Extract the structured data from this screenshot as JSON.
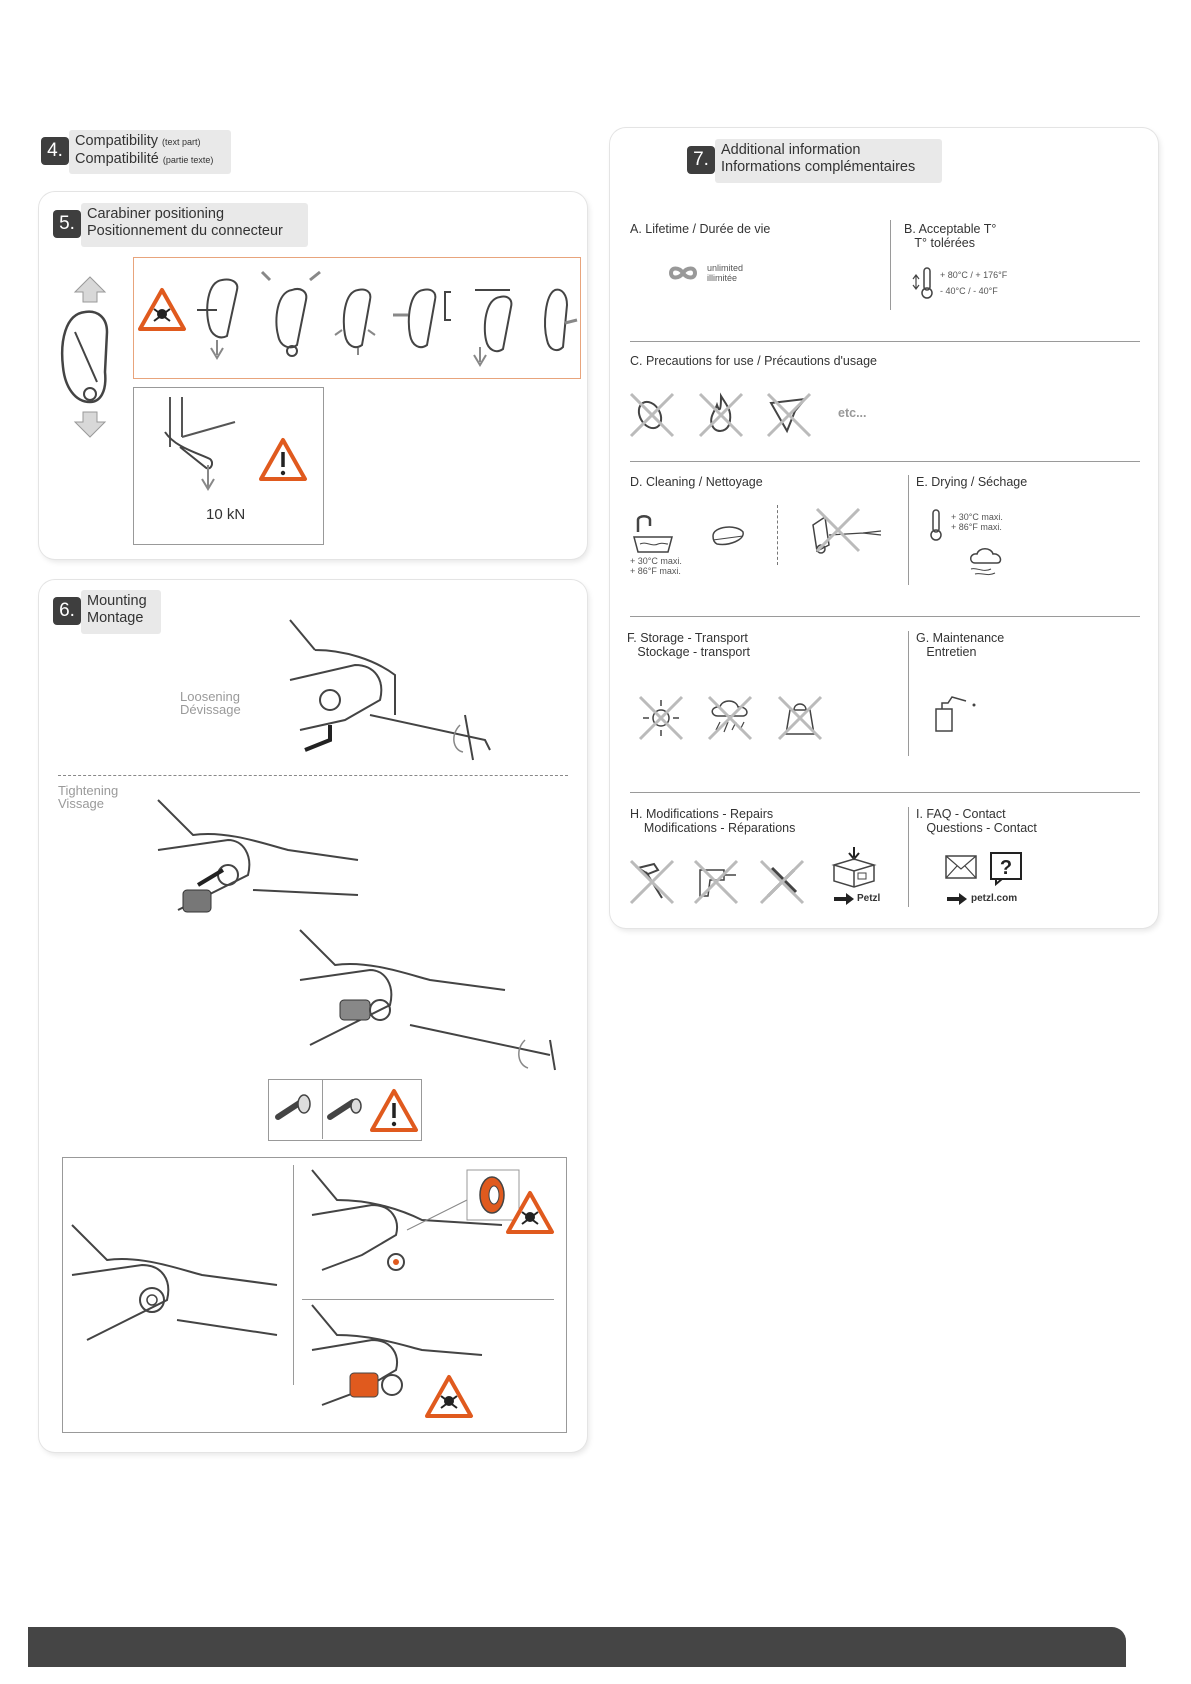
{
  "colors": {
    "accent": "#e05a1e",
    "dark": "#3e3e3e",
    "title_bg": "#e9e9e9",
    "footer": "#454545"
  },
  "sec4": {
    "num": "4.",
    "line1": "Compatibility",
    "line1_small": "(text part)",
    "line2": "Compatibilité",
    "line2_small": "(partie texte)"
  },
  "sec5": {
    "num": "5.",
    "line1": "Carabiner positioning",
    "line2": "Positionnement du connecteur",
    "load": "10 kN"
  },
  "sec6": {
    "num": "6.",
    "line1": "Mounting",
    "line2": "Montage",
    "loosening1": "Loosening",
    "loosening2": "Dévissage",
    "tightening1": "Tightening",
    "tightening2": "Vissage"
  },
  "sec7": {
    "num": "7.",
    "line1": "Additional information",
    "line2": "Informations complémentaires",
    "a": {
      "title": "A. Lifetime / Durée de vie",
      "v1": "unlimited",
      "v2": "illimitée"
    },
    "b": {
      "title1": "B. Acceptable T°",
      "title2": "T° tolérées",
      "hot": "+ 80°C / + 176°F",
      "cold": "- 40°C / - 40°F"
    },
    "c": {
      "title": "C. Precautions for use / Précautions d'usage",
      "etc": "etc..."
    },
    "d": {
      "title": "D. Cleaning / Nettoyage",
      "t1": "+ 30°C maxi.",
      "t2": "+ 86°F maxi."
    },
    "e": {
      "title": "E. Drying / Séchage",
      "t1": "+ 30°C maxi.",
      "t2": "+ 86°F maxi."
    },
    "f": {
      "title1": "F. Storage - Transport",
      "title2": "Stockage - transport"
    },
    "g": {
      "title1": "G. Maintenance",
      "title2": "Entretien"
    },
    "h": {
      "title1": "H. Modifications - Repairs",
      "title2": "Modifications - Réparations",
      "link": "Petzl"
    },
    "i": {
      "title1": "I. FAQ - Contact",
      "title2": "Questions - Contact",
      "link": "petzl.com"
    }
  },
  "icons": [
    "warning-skull-icon",
    "warning-exclamation-icon",
    "infinity-icon",
    "thermometer-icon",
    "faucet-icon",
    "brush-icon",
    "pressure-washer-icon",
    "sun-icon",
    "rain-icon",
    "oil-can-icon",
    "hammer-icon",
    "drill-icon",
    "tools-icon",
    "box-icon",
    "envelope-icon",
    "question-icon",
    "arrow-right-icon"
  ]
}
